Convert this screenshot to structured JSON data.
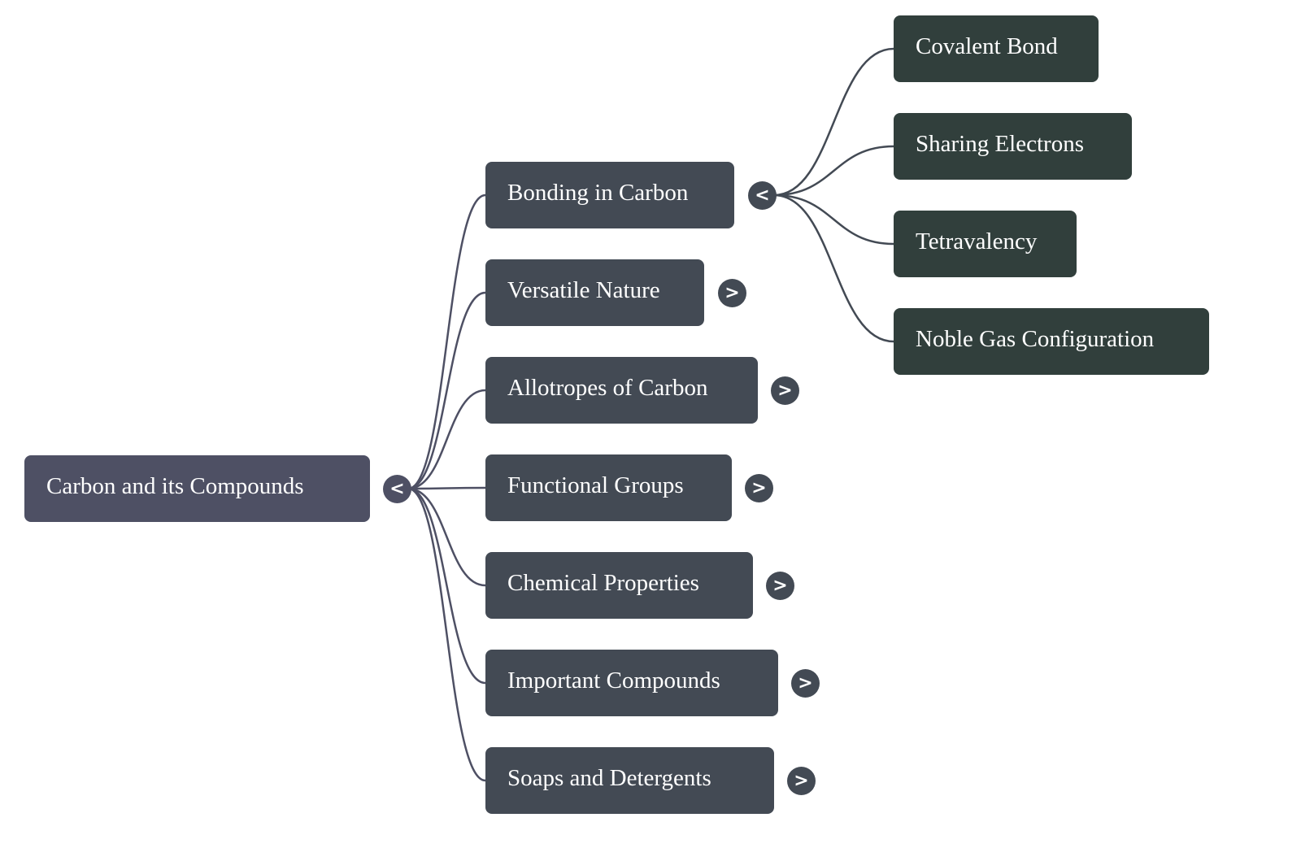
{
  "mindmap": {
    "root": {
      "label": "Carbon and its Compounds",
      "toggle_icon": "<",
      "expanded": true,
      "color": "#4e5064"
    },
    "branch_color": "#434a54",
    "leaf_color": "#313f3c",
    "link_color_root": "#4e5064",
    "link_color_branch": "#434a54",
    "children": [
      {
        "label": "Bonding in Carbon",
        "toggle_icon": "<",
        "expanded": true,
        "children": [
          {
            "label": "Covalent Bond"
          },
          {
            "label": "Sharing Electrons"
          },
          {
            "label": "Tetravalency"
          },
          {
            "label": "Noble Gas Configuration"
          }
        ]
      },
      {
        "label": "Versatile Nature",
        "toggle_icon": ">",
        "expanded": false
      },
      {
        "label": "Allotropes of Carbon",
        "toggle_icon": ">",
        "expanded": false
      },
      {
        "label": "Functional Groups",
        "toggle_icon": ">",
        "expanded": false
      },
      {
        "label": "Chemical Properties",
        "toggle_icon": ">",
        "expanded": false
      },
      {
        "label": "Important Compounds",
        "toggle_icon": ">",
        "expanded": false
      },
      {
        "label": "Soaps and Detergents",
        "toggle_icon": ">",
        "expanded": false
      }
    ]
  }
}
